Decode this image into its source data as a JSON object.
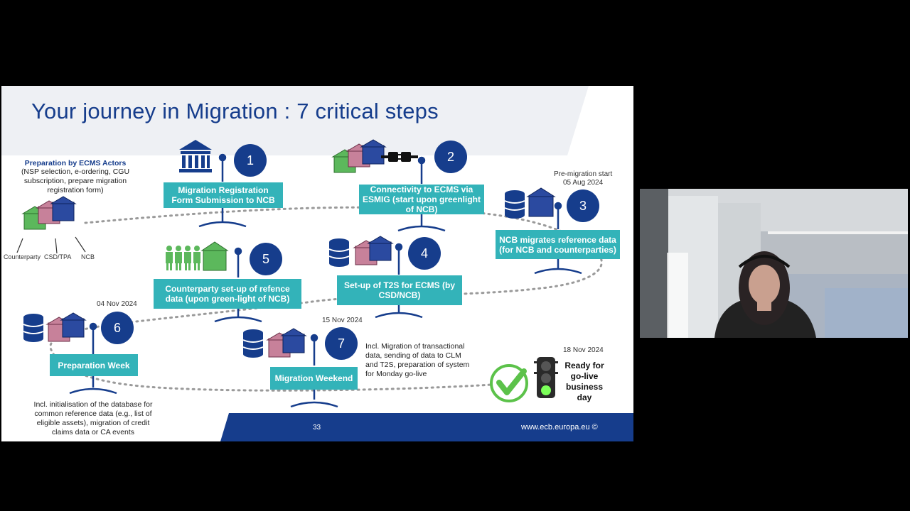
{
  "slide": {
    "title": "Your journey in Migration : 7 critical steps",
    "prep_title": "Preparation by ECMS Actors",
    "prep_text": "(NSP selection, e-ordering, CGU subscription, prepare migration registration form)",
    "actors": [
      "Counterparty",
      "CSD/TPA",
      "NCB"
    ],
    "steps": [
      {
        "num": "1",
        "label": "Migration Registration Form Submission to NCB"
      },
      {
        "num": "2",
        "label": "Connectivity to ECMS via ESMIG (start upon greenlight of NCB)"
      },
      {
        "num": "3",
        "label": "NCB migrates reference data (for NCB and counterparties)"
      },
      {
        "num": "4",
        "label": "Set-up of T2S for ECMS (by CSD/NCB)"
      },
      {
        "num": "5",
        "label": "Counterparty set-up of refence data (upon green-light of NCB)"
      },
      {
        "num": "6",
        "label": "Preparation Week"
      },
      {
        "num": "7",
        "label": "Migration Weekend"
      }
    ],
    "premigration_label": "Pre-migration start",
    "dates": {
      "premigration": "05 Aug 2024",
      "prep_week": "04 Nov 2024",
      "migration_weekend": "15 Nov 2024",
      "golive": "18 Nov 2024"
    },
    "note_migration": "Incl. Migration of transactional data, sending of data to CLM and T2S, preparation of system for Monday go-live",
    "note_prep": "Incl. initialisation of the database for common reference data (e.g., list of eligible assets), migration of credit claims data or CA events",
    "ready_text": "Ready for go-live business day",
    "page_number": "33",
    "website": "www.ecb.europa.eu ©"
  },
  "colors": {
    "navy": "#163d8c",
    "teal": "#33b3b9",
    "check_green": "#5cc24a"
  }
}
